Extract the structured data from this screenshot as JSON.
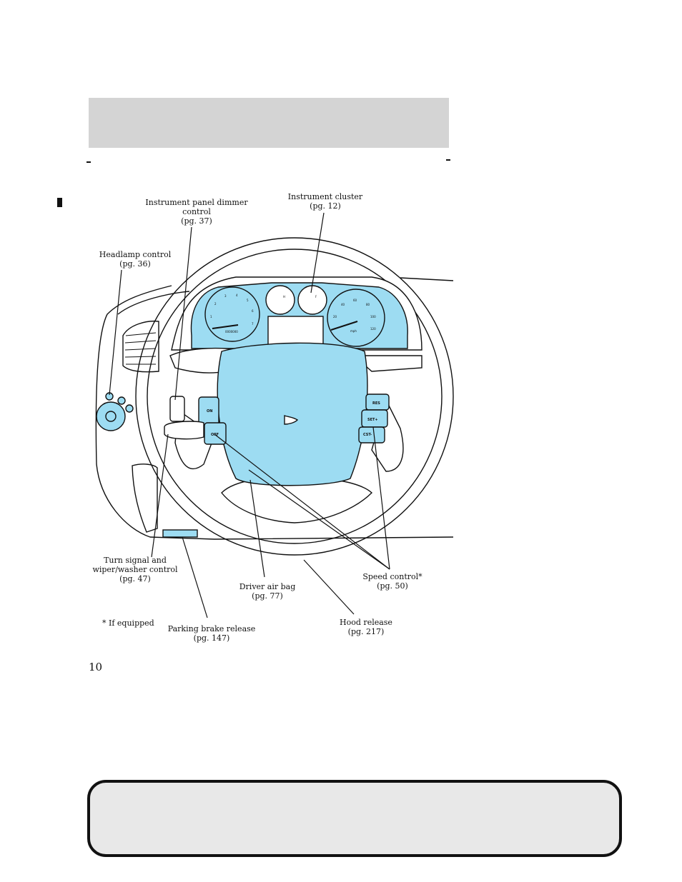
{
  "callouts": {
    "dimmer": {
      "line1": "Instrument panel dimmer",
      "line2": "control",
      "line3": "(pg. 37)"
    },
    "cluster": {
      "line1": "Instrument cluster",
      "line2": "(pg. 12)"
    },
    "headlamp": {
      "line1": "Headlamp control",
      "line2": "(pg. 36)"
    },
    "turn_signal": {
      "line1": "Turn signal and",
      "line2": "wiper/washer control",
      "line3": "(pg. 47)"
    },
    "air_bag": {
      "line1": "Driver air bag",
      "line2": "(pg. 77)"
    },
    "speed_control": {
      "line1": "Speed control*",
      "line2": "(pg. 50)"
    },
    "hood": {
      "line1": "Hood release",
      "line2": "(pg. 217)"
    },
    "parking_brake": {
      "line1": "Parking brake release",
      "line2": "(pg. 147)"
    }
  },
  "diagram_labels": {
    "on": "ON",
    "off": "OFF",
    "res": "RES",
    "set": "SET+",
    "cst": "CST-",
    "mph": "mph",
    "odometer": "0000000",
    "tach_ticks": [
      "1",
      "2",
      "3",
      "4",
      "5",
      "6",
      "7"
    ],
    "speed_ticks": [
      "20",
      "40",
      "60",
      "80",
      "100",
      "120"
    ],
    "temp_h": "H",
    "fuel_f": "F"
  },
  "footnote": "* If equipped",
  "page_number": "10",
  "colors": {
    "accent": "#9ddcf2",
    "header_band": "#d4d4d4",
    "footer_fill": "#e8e8e8",
    "stroke": "#111111"
  }
}
